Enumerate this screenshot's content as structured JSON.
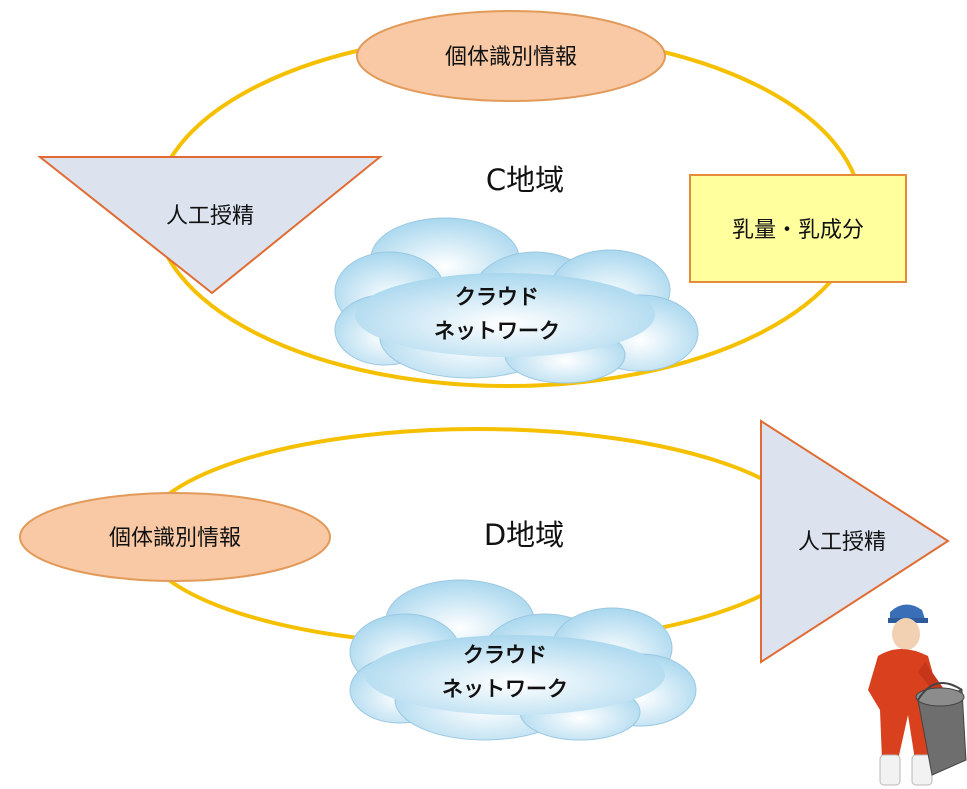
{
  "colors": {
    "ring": "#F5C000",
    "ellipse_fill": "#F8C9A4",
    "ellipse_stroke": "#E29A5A",
    "triangle_fill": "#DCE3EF",
    "triangle_stroke": "#E06C33",
    "box_fill": "#FFFF9E",
    "box_stroke": "#E58B3A",
    "cloud_text": "#FF0000",
    "cloud_light": "#FFFFFF",
    "cloud_dark": "#A9D7EE"
  },
  "region_c": {
    "title": "C地域",
    "id_info": "個体識別情報",
    "ai": "人工授精",
    "milk": "乳量・乳成分",
    "cloud_line1": "クラウド",
    "cloud_line2": "ネットワーク"
  },
  "region_d": {
    "title": "D地域",
    "id_info": "個体識別情報",
    "ai": "人工授精",
    "cloud_line1": "クラウド",
    "cloud_line2": "ネットワーク"
  },
  "icons": {
    "worker": "farm-worker-with-bucket-icon"
  }
}
